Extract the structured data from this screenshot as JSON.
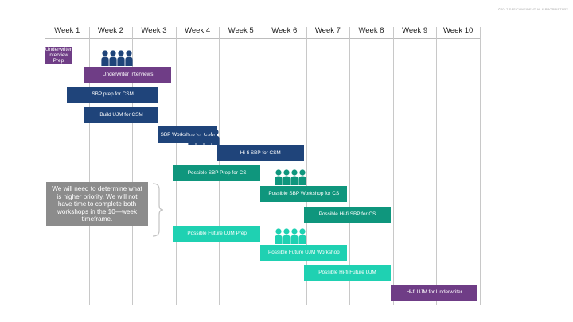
{
  "confidential": "©2017 SAS CONFIDENTIAL & PROPRIETARY",
  "weeks": [
    "Week 1",
    "Week 2",
    "Week 3",
    "Week 4",
    "Week 5",
    "Week 6",
    "Week 7",
    "Week 8",
    "Week 9",
    "Week 10"
  ],
  "colors": {
    "purple": "#6f3d86",
    "navy": "#1f447a",
    "teal": "#0f967d",
    "mint": "#1fd1b2",
    "note_gray": "#8c8c8c",
    "icon_navy": "#1f447a",
    "icon_teal": "#0f967d",
    "icon_mint": "#1fd1b2"
  },
  "tasks": [
    {
      "label": "Underwriter Interview Prep",
      "color": "purple",
      "start_week": 1,
      "end_week": 1.6
    },
    {
      "label": "Underwriter Interviews",
      "color": "purple",
      "start_week": 1.9,
      "end_week": 3.9
    },
    {
      "label": "SBP prep for CSM",
      "color": "navy",
      "start_week": 1.5,
      "end_week": 3.6
    },
    {
      "label": "Build UJM for CSM",
      "color": "navy",
      "start_week": 1.9,
      "end_week": 3.6
    },
    {
      "label": "SBP Workshop for CSM",
      "color": "navy",
      "start_week": 3.6,
      "end_week": 4.95
    },
    {
      "label": "Hi-fi SBP for CSM",
      "color": "navy",
      "start_week": 4.95,
      "end_week": 6.95
    },
    {
      "label": "Possible SBP Prep for CS",
      "color": "teal",
      "start_week": 3.95,
      "end_week": 5.95
    },
    {
      "label": "Possible SBP Workshop for CS",
      "color": "teal",
      "start_week": 5.95,
      "end_week": 7.95
    },
    {
      "label": "Possible Hi-fi SBP for CS",
      "color": "teal",
      "start_week": 6.95,
      "end_week": 8.95
    },
    {
      "label": "Possible Future UJM Prep",
      "color": "mint",
      "start_week": 3.95,
      "end_week": 5.95
    },
    {
      "label": "Possible Future UJM Workshop",
      "color": "mint",
      "start_week": 5.95,
      "end_week": 7.95
    },
    {
      "label": "Possible Hi-fi Future UJM",
      "color": "mint",
      "start_week": 6.95,
      "end_week": 8.95
    },
    {
      "label": "Hi-fi UJM for Underwriter",
      "color": "purple",
      "start_week": 8.95,
      "end_week": 10.95
    }
  ],
  "people_icons": [
    {
      "icon": "people-group-icon",
      "color": "navy",
      "week": 2.3,
      "row": 1
    },
    {
      "icon": "people-group-icon",
      "color": "navy",
      "week": 4.3,
      "row": 5
    },
    {
      "icon": "people-group-icon",
      "color": "teal",
      "week": 6.3,
      "row": 7
    },
    {
      "icon": "people-group-icon",
      "color": "mint",
      "week": 6.3,
      "row": 10
    }
  ],
  "note": "We will need to determine what is higher priority. We will not have time to complete both workshops in the 10—week timeframe."
}
